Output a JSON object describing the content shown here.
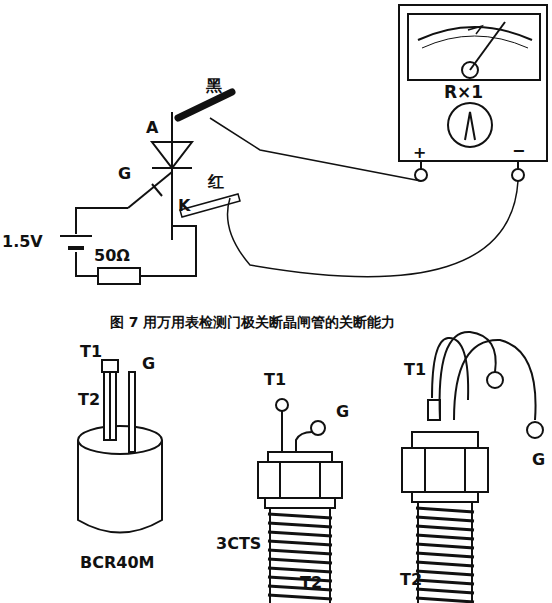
{
  "diagram": {
    "caption": "图 7 用万用表检测门极关断晶闸管的关断能力",
    "nodes": [
      {
        "text": [
          "R×1"
        ]
      }
    ],
    "labels": [
      "黑",
      "A",
      "G",
      "红",
      "K",
      "1.5V",
      "50Ω",
      "+",
      "−",
      "T1",
      "G",
      "T2",
      "BCR40M",
      "T1",
      "G",
      "3CTS",
      "T2",
      "T1",
      "T2",
      "G"
    ]
  }
}
